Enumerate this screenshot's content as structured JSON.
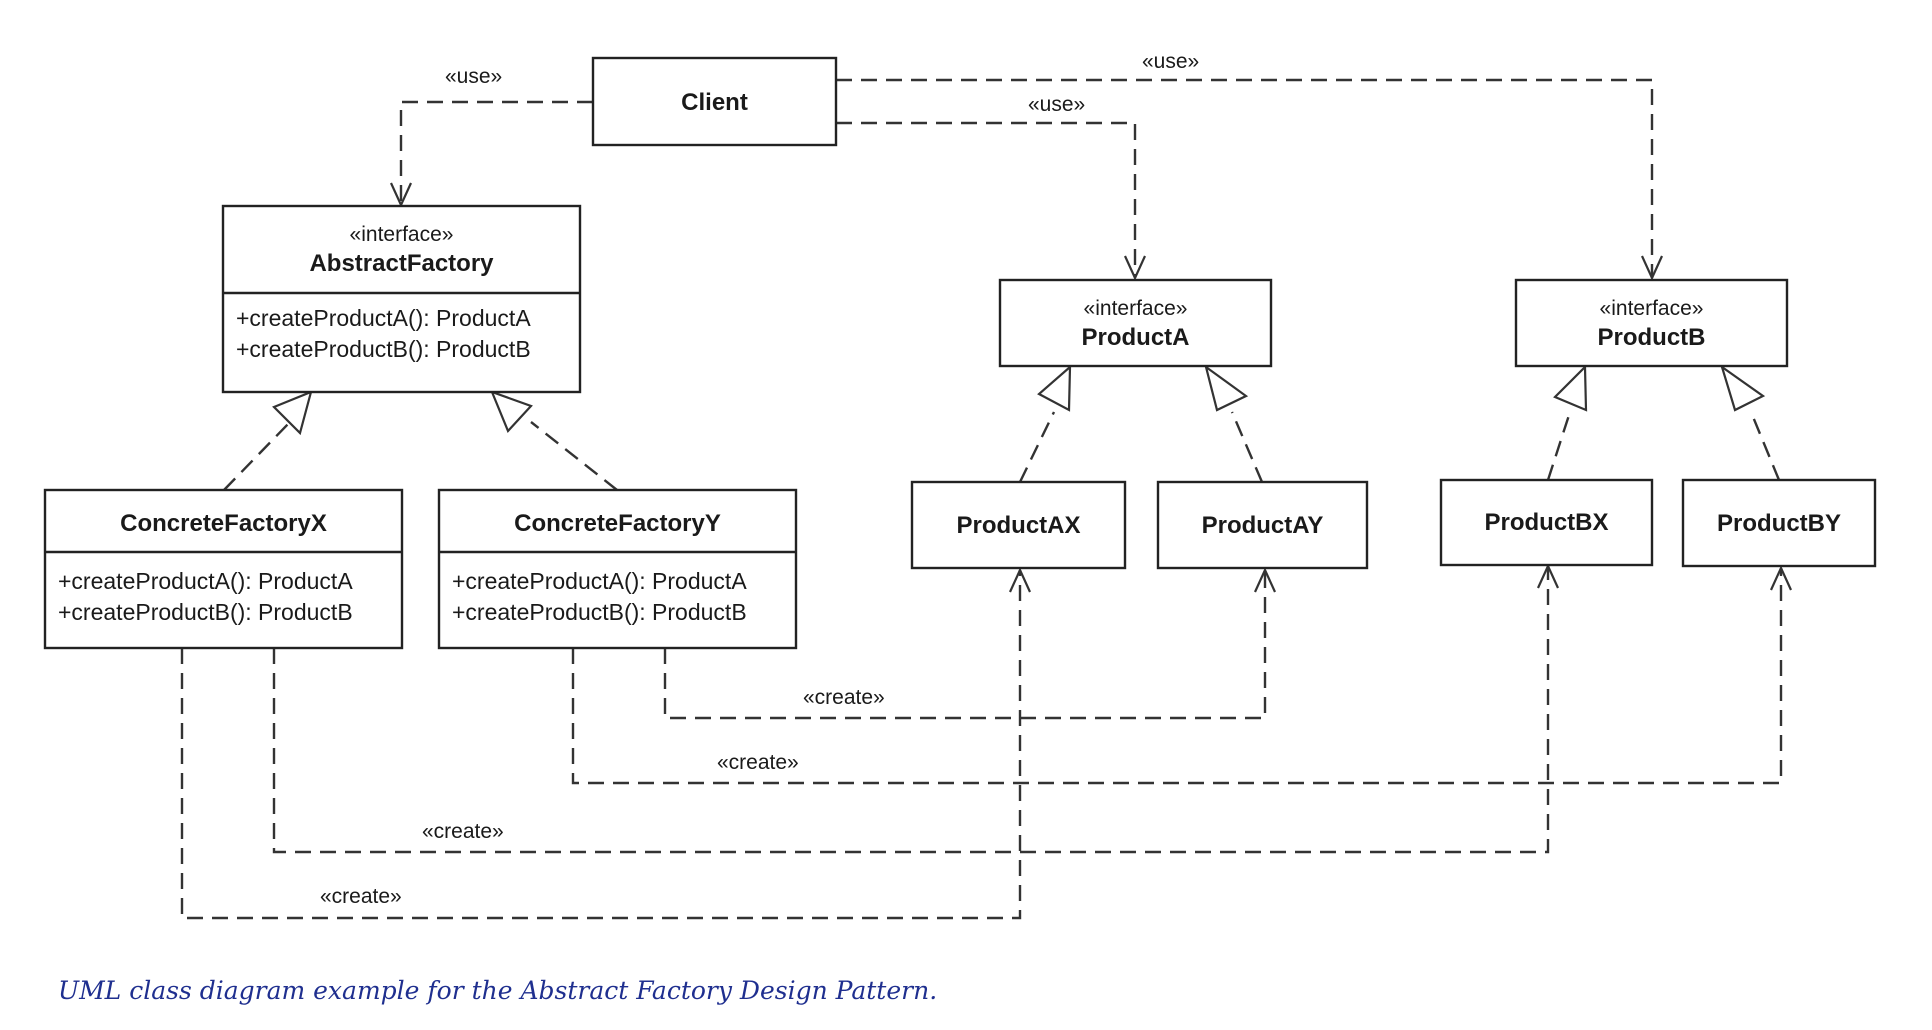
{
  "diagram": {
    "client": {
      "name": "Client"
    },
    "abstract_factory": {
      "stereotype": "«interface»",
      "name": "AbstractFactory",
      "operations": [
        "+createProductA(): ProductA",
        "+createProductB(): ProductB"
      ]
    },
    "concrete_factory_x": {
      "name": "ConcreteFactoryX",
      "operations": [
        "+createProductA(): ProductA",
        "+createProductB(): ProductB"
      ]
    },
    "concrete_factory_y": {
      "name": "ConcreteFactoryY",
      "operations": [
        "+createProductA(): ProductA",
        "+createProductB(): ProductB"
      ]
    },
    "product_a": {
      "stereotype": "«interface»",
      "name": "ProductA"
    },
    "product_b": {
      "stereotype": "«interface»",
      "name": "ProductB"
    },
    "product_ax": {
      "name": "ProductAX"
    },
    "product_ay": {
      "name": "ProductAY"
    },
    "product_bx": {
      "name": "ProductBX"
    },
    "product_by": {
      "name": "ProductBY"
    },
    "labels": {
      "use": "«use»",
      "create": "«create»"
    }
  },
  "caption": "UML class diagram example for the Abstract Factory Design Pattern."
}
